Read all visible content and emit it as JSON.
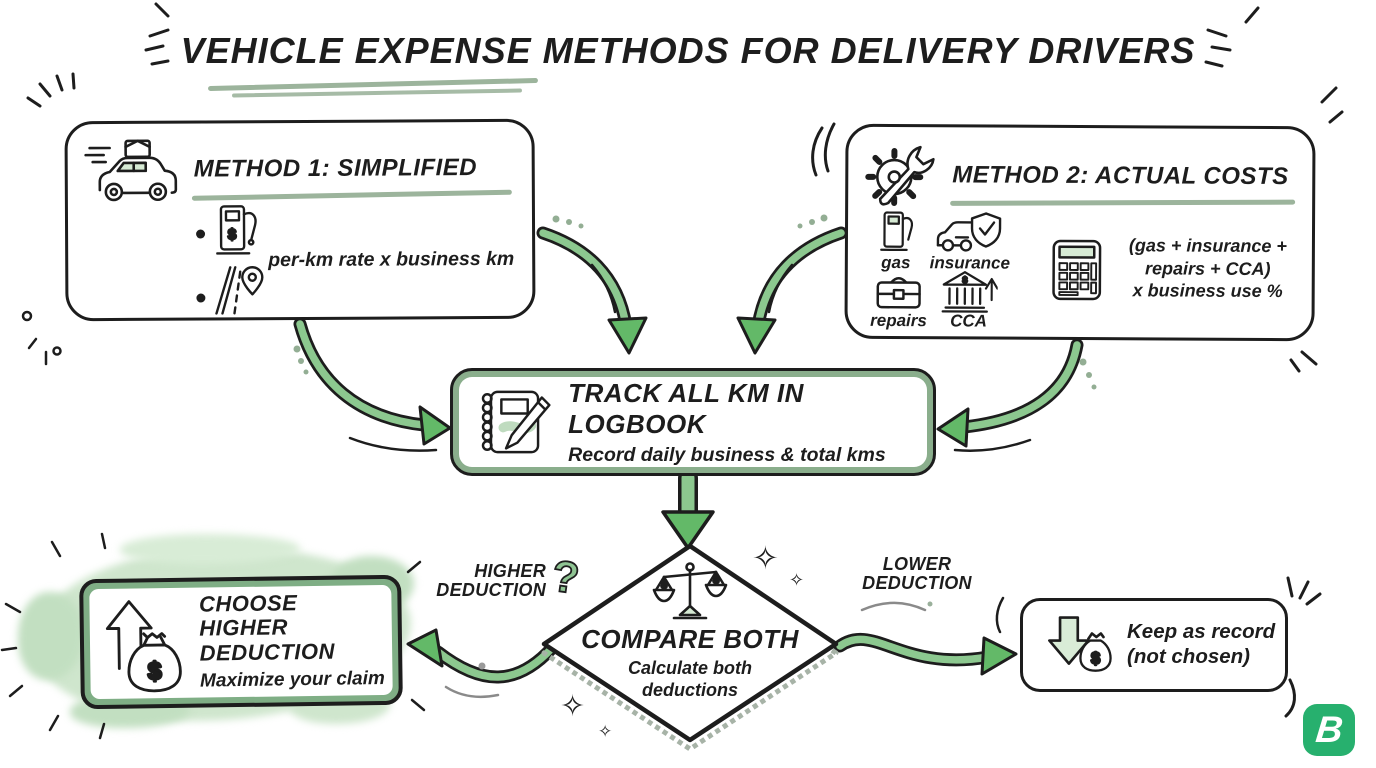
{
  "title": {
    "text": "VEHICLE EXPENSE METHODS FOR DELIVERY DRIVERS"
  },
  "method1": {
    "heading": "METHOD 1: SIMPLIFIED",
    "formula": "per-km rate x business km",
    "icon_names": [
      "delivery-car-icon",
      "gas-pump-icon",
      "road-trip-icon"
    ]
  },
  "method2": {
    "heading": "METHOD 2: ACTUAL COSTS",
    "cost_items": [
      {
        "label": "gas"
      },
      {
        "label": "insurance"
      },
      {
        "label": "repairs"
      },
      {
        "label": "CCA"
      }
    ],
    "formula_line1": "(gas + insurance +",
    "formula_line2": "repairs + CCA)",
    "formula_line3": "x business use %",
    "icon_names": [
      "wrench-gear-icon",
      "gas-pump-icon",
      "car-insurance-icon",
      "toolbox-icon",
      "bank-cca-icon",
      "calculator-icon"
    ]
  },
  "logbook": {
    "heading": "TRACK ALL KM IN LOGBOOK",
    "subtext": "Record daily business & total kms",
    "icon_name": "logbook-pencil-icon"
  },
  "compare": {
    "heading": "COMPARE BOTH",
    "subtext_line1": "Calculate both",
    "subtext_line2": "deductions",
    "icon_name": "balance-scale-icon"
  },
  "branches": {
    "higher_line1": "HIGHER",
    "higher_line2": "DEDUCTION",
    "higher_mark": "?",
    "lower_line1": "LOWER",
    "lower_line2": "DEDUCTION"
  },
  "choose": {
    "heading_line1": "CHOOSE HIGHER",
    "heading_line2": "DEDUCTION",
    "subtext": "Maximize your claim",
    "icon_name": "up-arrow-money-bag-icon"
  },
  "keep": {
    "line1": "Keep as record",
    "line2": "(not chosen)",
    "icon_name": "down-arrow-money-bag-icon"
  },
  "logo": {
    "letter": "B"
  },
  "glyphs": {
    "dollar": "$",
    "sparkle": "✧"
  },
  "colors": {
    "ink": "#1d1d1d",
    "arrow_green": "#8cc88f",
    "arrow_head_green": "#63b968",
    "sage_underline": "#9cb49c",
    "logbook_band_green": "#8aae8c",
    "choose_band_green": "#7fae85",
    "splotch_green": "#cfe6cd",
    "logo_green": "#27b06e"
  }
}
